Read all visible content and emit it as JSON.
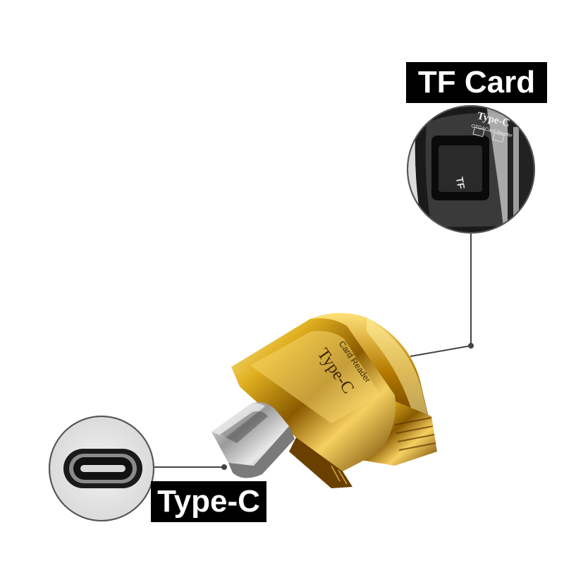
{
  "callouts": {
    "tf_card": {
      "label": "TF Card"
    },
    "type_c": {
      "label": "Type-C"
    }
  },
  "product": {
    "engraving_main": "Type-C",
    "engraving_sub": "Card Reader",
    "zoom_engraving_main": "Type-C",
    "zoom_engraving_sub": "OTG&Card Reader",
    "tf_slot_marking": "TF"
  },
  "colors": {
    "gold": "#d4a017",
    "gold_dark": "#8a5a00",
    "gold_light": "#fff2b0",
    "silver": "#c9c9c9",
    "label_bg": "#000000",
    "label_text": "#ffffff",
    "leader_line": "#444444",
    "zoom_bg": "#e6e6e6"
  }
}
